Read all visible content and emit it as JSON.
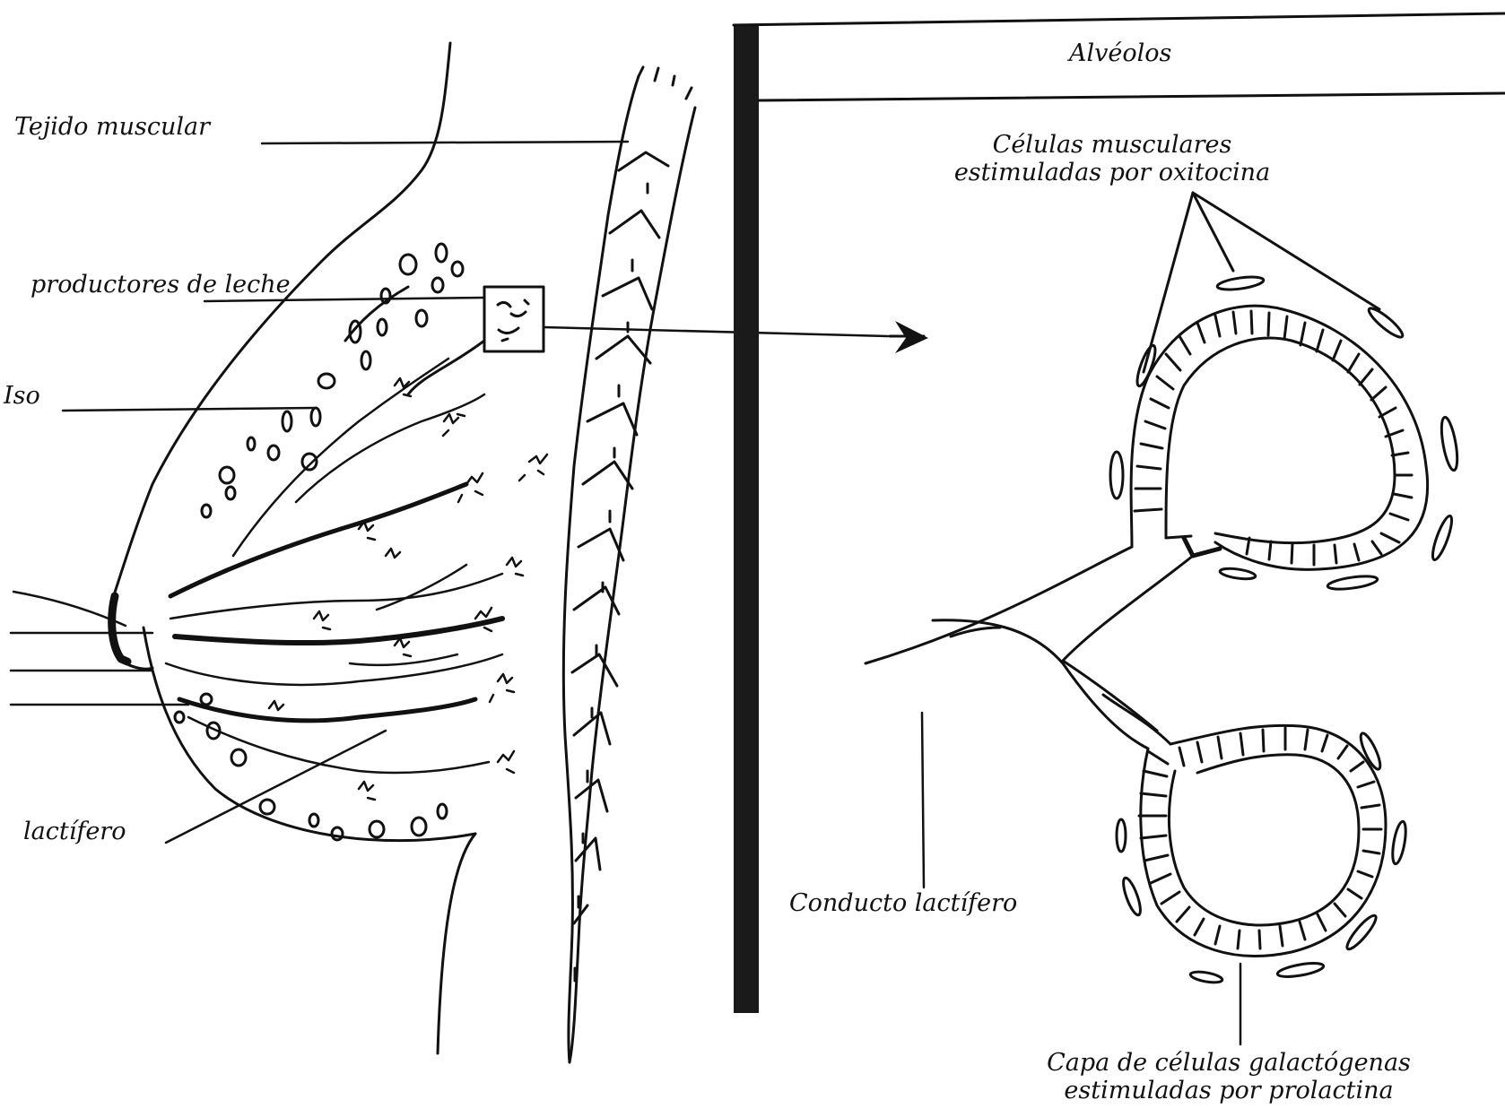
{
  "diagram": {
    "labels": {
      "tejido_muscular": "Tejido muscular",
      "productores_leche": "productores de leche",
      "graso_fragment": "Iso",
      "lactifero_left": "lactífero",
      "alveolos": "Alvéolos",
      "celulas_musculares_1": "Células musculares",
      "celulas_musculares_2": "estimuladas por oxitocina",
      "conducto_lactifero": "Conducto lactífero",
      "capa_celulas_1": "Capa de células galactógenas",
      "capa_celulas_2": "estimuladas por prolactina"
    },
    "colors": {
      "ink": "#111111",
      "paper": "#ffffff"
    }
  }
}
